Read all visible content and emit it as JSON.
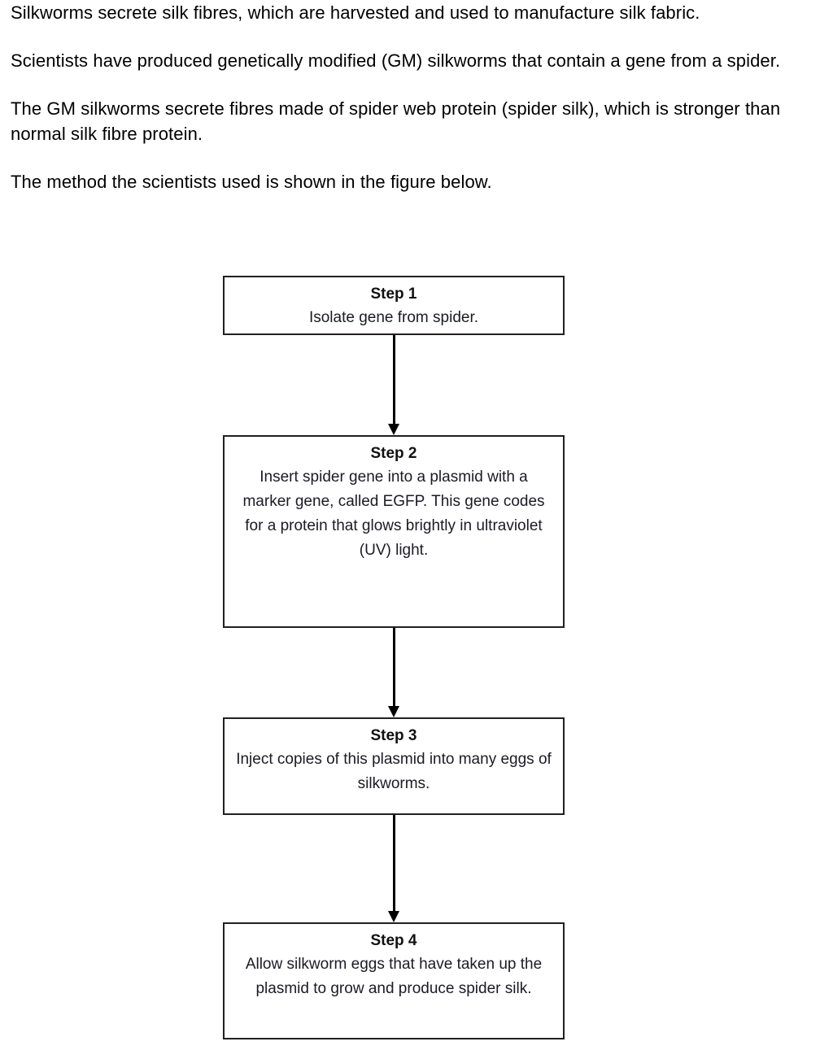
{
  "document": {
    "intro_paragraphs": [
      "Silkworms secrete silk fibres, which are harvested and used to manufacture silk fabric.",
      "Scientists have produced genetically modified (GM) silkworms that contain a gene from a spider.",
      "The GM silkworms secrete fibres made of spider web protein (spider silk), which is stronger than normal silk fibre protein.",
      "The method the scientists used is shown in the figure below."
    ]
  },
  "flowchart": {
    "orientation": "vertical",
    "connector_icon": "down-arrow-icon",
    "steps": [
      {
        "title": "Step 1",
        "body": "Isolate gene from spider."
      },
      {
        "title": "Step 2",
        "body": "Insert spider gene into a plasmid with a marker gene, called EGFP.  This gene codes for a protein that glows brightly in ultraviolet (UV) light."
      },
      {
        "title": "Step 3",
        "body": "Inject copies of this plasmid into many eggs of silkworms."
      },
      {
        "title": "Step 4",
        "body": "Allow silkworm eggs that have taken up the plasmid to grow and produce spider silk."
      }
    ]
  },
  "colors": {
    "page_background": "#ffffff",
    "text": "#000000",
    "box_border": "#231f20",
    "arrow": "#000000"
  }
}
